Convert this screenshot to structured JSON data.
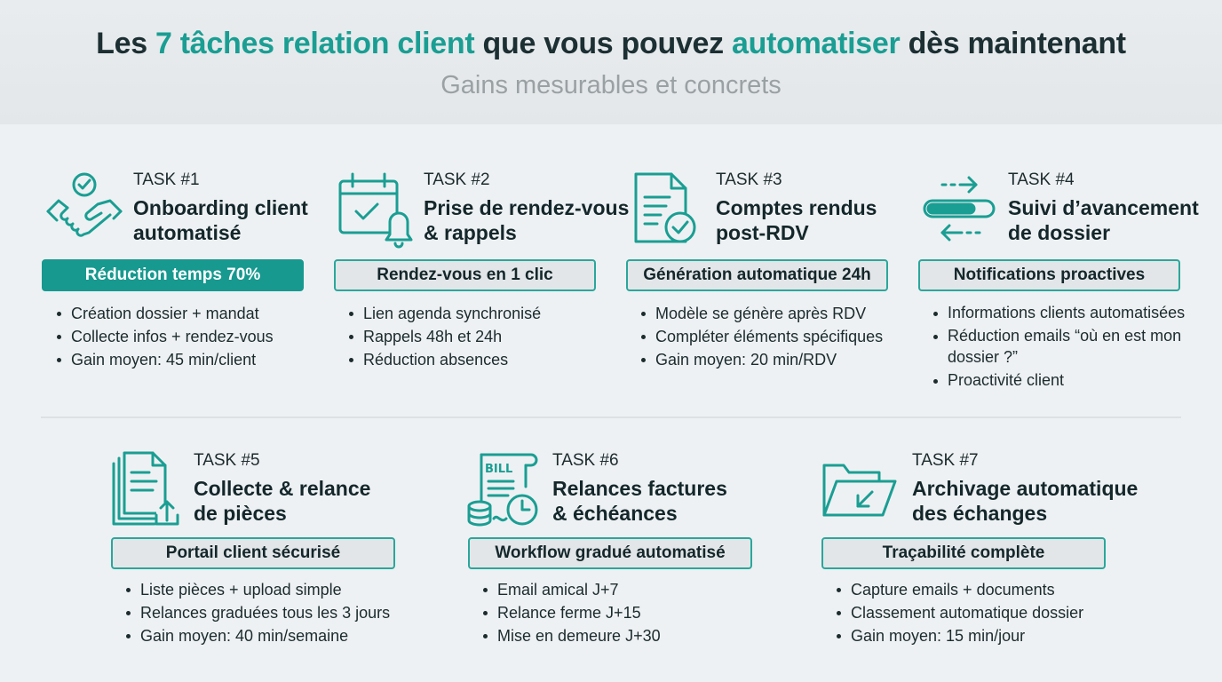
{
  "header": {
    "title_part1": "Les ",
    "title_accent1": "7 tâches relation client",
    "title_part2": " que vous pouvez ",
    "title_accent2": "automatiser",
    "title_part3": " dès maintenant",
    "subtitle": "Gains mesurables et concrets"
  },
  "colors": {
    "accent": "#1a9e93",
    "pill_border": "#2aa79c",
    "pill_active_bg": "#17998f"
  },
  "tasks": [
    {
      "number": "TASK #1",
      "name_line1": "Onboarding client",
      "name_line2": "automatisé",
      "icon": "handshake-check-icon",
      "pill": "Réduction temps 70%",
      "pill_active": true,
      "bullets": [
        "Création dossier + mandat",
        "Collecte infos + rendez-vous",
        "Gain moyen: 45 min/client"
      ]
    },
    {
      "number": "TASK #2",
      "name_line1": "Prise de rendez-vous",
      "name_line2": "& rappels",
      "icon": "calendar-bell-icon",
      "pill": "Rendez-vous en 1 clic",
      "pill_active": false,
      "bullets": [
        "Lien agenda synchronisé",
        "Rappels 48h et 24h",
        "Réduction absences"
      ]
    },
    {
      "number": "TASK #3",
      "name_line1": "Comptes rendus",
      "name_line2": "post-RDV",
      "icon": "document-check-icon",
      "pill": "Génération automatique 24h",
      "pill_active": false,
      "bullets": [
        "Modèle se génère après RDV",
        "Compléter éléments spécifiques",
        "Gain moyen: 20 min/RDV"
      ]
    },
    {
      "number": "TASK #4",
      "name_line1": "Suivi d’avancement",
      "name_line2": "de dossier",
      "icon": "progress-arrows-icon",
      "pill": "Notifications proactives",
      "pill_active": false,
      "bullets": [
        "Informations clients automatisées",
        "Réduction emails “où en est mon dossier ?”",
        "Proactivité client"
      ]
    },
    {
      "number": "TASK #5",
      "name_line1": "Collecte & relance",
      "name_line2": "de pièces",
      "icon": "documents-upload-icon",
      "pill": "Portail client sécurisé",
      "pill_active": false,
      "bullets": [
        "Liste pièces + upload simple",
        "Relances graduées tous les 3 jours",
        "Gain moyen: 40 min/semaine"
      ]
    },
    {
      "number": "TASK #6",
      "name_line1": "Relances factures",
      "name_line2": "& échéances",
      "icon": "bill-clock-icon",
      "icon_text": "BILL",
      "pill": "Workflow gradué automatisé",
      "pill_active": false,
      "bullets": [
        "Email amical J+7",
        "Relance ferme J+15",
        "Mise en demeure J+30"
      ]
    },
    {
      "number": "TASK #7",
      "name_line1": "Archivage automatique",
      "name_line2": "des échanges",
      "icon": "folder-archive-icon",
      "pill": "Traçabilité complète",
      "pill_active": false,
      "bullets": [
        "Capture emails + documents",
        "Classement automatique dossier",
        "Gain moyen: 15 min/jour"
      ]
    }
  ]
}
